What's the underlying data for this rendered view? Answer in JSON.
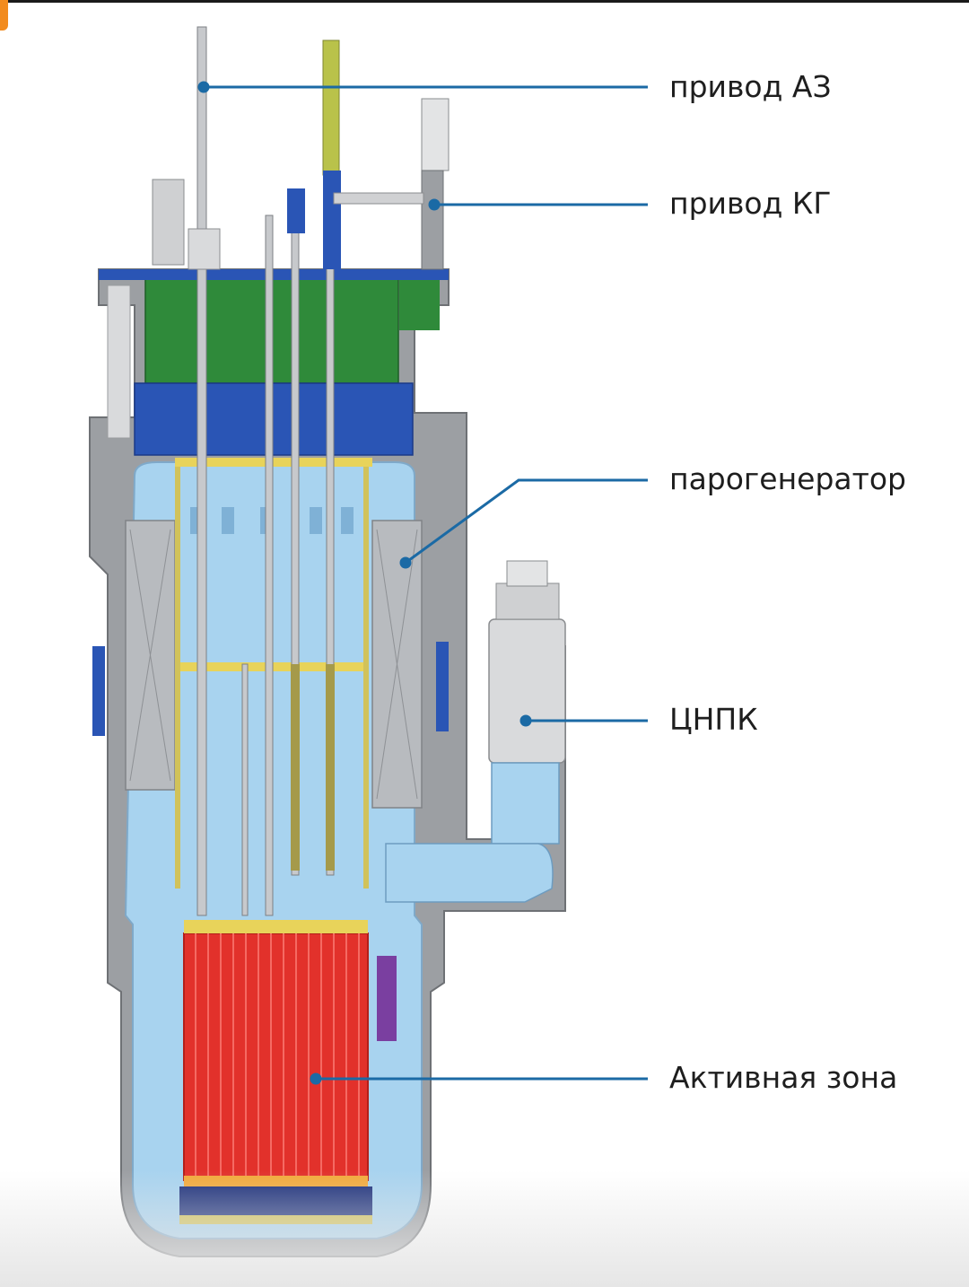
{
  "labels": {
    "drive_az": "привод АЗ",
    "drive_kg": "привод КГ",
    "steam_generator": "парогенератор",
    "pump": "ЦНПК",
    "core": "Активная зона"
  },
  "colors": {
    "leader_line": "#1b6aa5",
    "shell": "#9c9fa3",
    "coolant": "#a8d3ef",
    "lid_green": "#2f8a3a",
    "lid_blue": "#2a55b5",
    "core_red": "#e2312b",
    "bottom_plate": "#1c2f7a",
    "accent_orange": "#f28b1e"
  }
}
